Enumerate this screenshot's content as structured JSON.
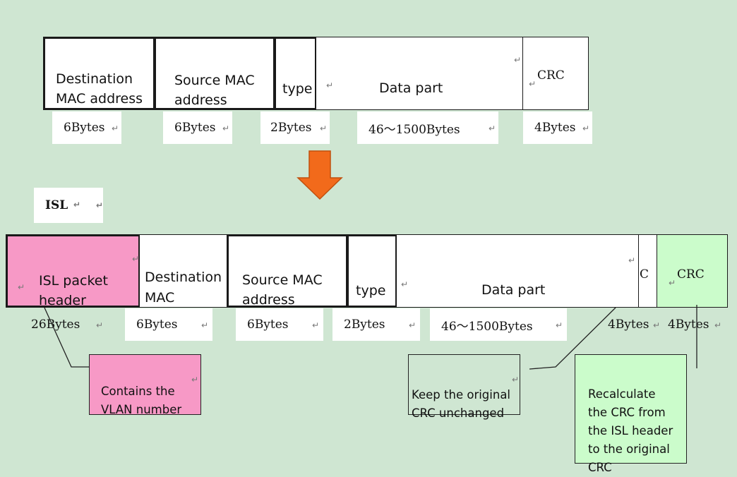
{
  "colors": {
    "background": "#cfe6d2",
    "isl_header": "#f799c6",
    "crc_new": "#cbfccb",
    "arrow": "#f26a1b"
  },
  "original_frame": {
    "fields": {
      "dst": "Destination\nMAC address",
      "src": "Source MAC\naddress",
      "type": "type",
      "data": "Data part",
      "crc": "CRC"
    },
    "sizes": {
      "dst": "6Bytes",
      "src": "6Bytes",
      "type": "2Bytes",
      "data": "46～1500Bytes",
      "crc": "4Bytes"
    }
  },
  "isl_label": "ISL",
  "isl_frame": {
    "fields": {
      "header": "ISL packet\nheader",
      "dst": "Destination\nMAC\naddress",
      "src": "Source MAC\naddress",
      "type": "type",
      "data": "Data part",
      "crc_old": "C",
      "crc_new": "CRC"
    },
    "sizes": {
      "header": "26Bytes",
      "dst": "6Bytes",
      "src": "6Bytes",
      "type": "2Bytes",
      "data": "46～1500Bytes",
      "crc_old": "4Bytes",
      "crc_new": "4Bytes"
    }
  },
  "notes": {
    "vlan": "Contains the\nVLAN number",
    "keep_crc": "Keep the original\nCRC unchanged",
    "recalc_crc": "Recalculate\nthe CRC from\nthe ISL header\nto the original\nCRC"
  },
  "icons": {
    "down_arrow": "down-arrow-icon",
    "return_mark": "↵"
  }
}
